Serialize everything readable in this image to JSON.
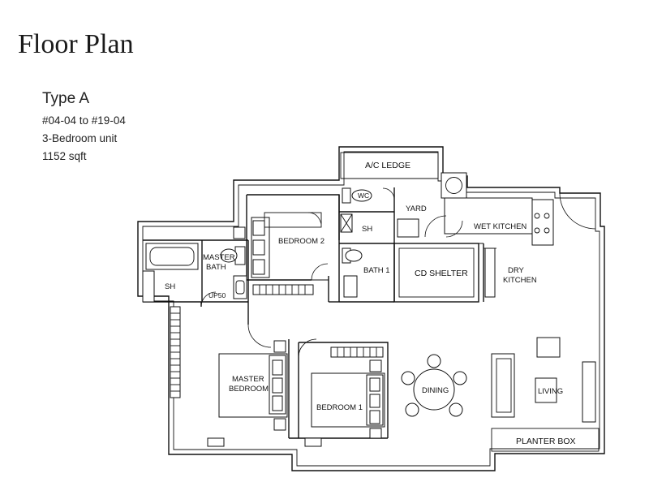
{
  "header": {
    "title": "Floor Plan",
    "unit_type": "Type A",
    "unit_range": "#04-04 to #19-04",
    "unit_desc": "3-Bedroom unit",
    "unit_area": "1152 sqft"
  },
  "rooms": {
    "ac_ledge": "A/C LEDGE",
    "wc": "WC",
    "yard": "YARD",
    "sh_yard": "SH",
    "wet_kitchen": "WET KITCHEN",
    "bedroom2": "BEDROOM 2",
    "master_bath_line1": "MASTER",
    "master_bath_line2": "BATH",
    "sh_master": "SH",
    "up50": "UP50",
    "bath1": "BATH 1",
    "cd_shelter": "CD SHELTER",
    "dry_kitchen_line1": "DRY",
    "dry_kitchen_line2": "KITCHEN",
    "master_bedroom_line1": "MASTER",
    "master_bedroom_line2": "BEDROOM",
    "bedroom1": "BEDROOM 1",
    "dining": "DINING",
    "living": "LIVING",
    "planter_box": "PLANTER BOX"
  }
}
